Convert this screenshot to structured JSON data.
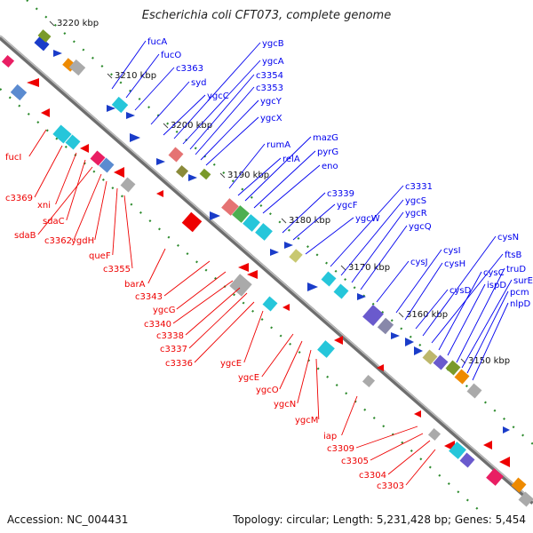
{
  "title": "Escherichia coli CFT073, complete genome",
  "footer": {
    "accession": "Accession: NC_004431",
    "summary": "Topology: circular; Length: 5,231,428 bp; Genes: 5,454"
  },
  "colors": {
    "forward_genes": "#0000ee",
    "reverse_genes": "#ee0000",
    "backbone": "#8a8a8a",
    "tick": "#118811"
  },
  "ticks": [
    "3220 kbp",
    "3210 kbp",
    "3200 kbp",
    "3190 kbp",
    "3180 kbp",
    "3170 kbp",
    "3160 kbp",
    "3150 kbp"
  ],
  "forward_labels": [
    "fucA",
    "fucO",
    "c3363",
    "syd",
    "ygcC",
    "ygcB",
    "ygcA",
    "c3354",
    "c3353",
    "ygcY",
    "ygcX",
    "rumA",
    "relA",
    "mazG",
    "pyrG",
    "eno",
    "c3339",
    "ygcF",
    "ygcW",
    "c3331",
    "ygcS",
    "ygcR",
    "ygcQ",
    "cysJ",
    "cysI",
    "cysH",
    "cysD",
    "cysN",
    "ftsB",
    "cysC",
    "ispD",
    "truD",
    "surE",
    "pcm",
    "nlpD"
  ],
  "reverse_labels": [
    "fucI",
    "c3369",
    "xni",
    "sdaC",
    "sdaB",
    "c3362",
    "ygdH",
    "queF",
    "c3355",
    "barA",
    "c3343",
    "ygcG",
    "c3340",
    "c3338",
    "c3337",
    "c3336",
    "ygcE",
    "ygcE",
    "ygcO",
    "ygcN",
    "ygcM",
    "iap",
    "c3309",
    "c3305",
    "c3304",
    "c3303"
  ]
}
